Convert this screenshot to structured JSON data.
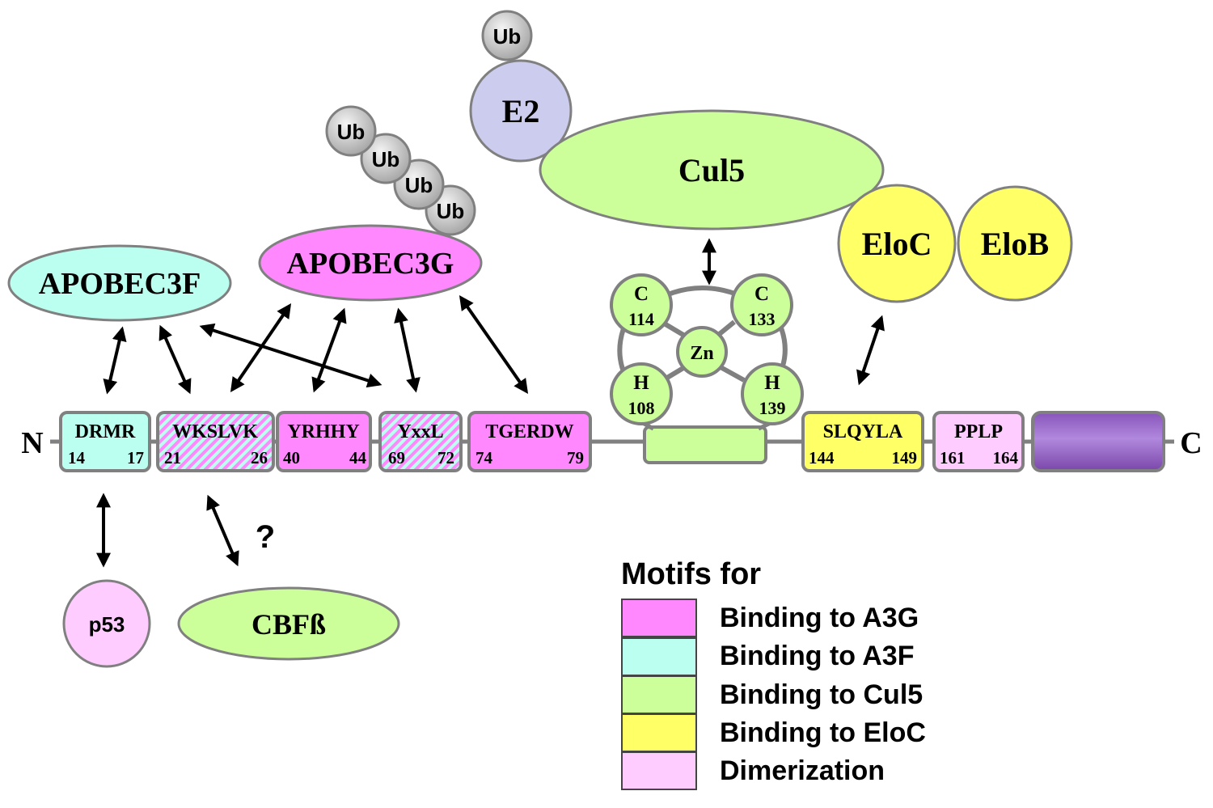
{
  "colors": {
    "a3g": "#ff88ff",
    "a3f": "#bbfff0",
    "cul5": "#ccff99",
    "eloc": "#ffff66",
    "dimer": "#ffccff",
    "e2": "#ccccee",
    "ub": "#d4d4d4",
    "purple": "#9966cc",
    "border": "#808080"
  },
  "ends": {
    "n": "N",
    "c": "C"
  },
  "motifs": [
    {
      "name": "DRMR",
      "start": "14",
      "end": "17"
    },
    {
      "name": "WKSLVK",
      "start": "21",
      "end": "26"
    },
    {
      "name": "YRHHY",
      "start": "40",
      "end": "44"
    },
    {
      "name": "YxxL",
      "start": "69",
      "end": "72"
    },
    {
      "name": "TGERDW",
      "start": "74",
      "end": "79"
    },
    {
      "name": "SLQYLA",
      "start": "144",
      "end": "149"
    },
    {
      "name": "PPLP",
      "start": "161",
      "end": "164"
    }
  ],
  "zinc": {
    "c114": {
      "res": "C",
      "num": "114"
    },
    "c133": {
      "res": "C",
      "num": "133"
    },
    "h108": {
      "res": "H",
      "num": "108"
    },
    "h139": {
      "res": "H",
      "num": "139"
    },
    "zn": "Zn"
  },
  "proteins": {
    "a3f": "APOBEC3F",
    "a3g": "APOBEC3G",
    "cul5": "Cul5",
    "e2": "E2",
    "eloc": "EloC",
    "elob": "EloB",
    "p53": "p53",
    "cbfb": "CBFß"
  },
  "ub": "Ub",
  "question": "?",
  "legend": {
    "title": "Motifs for",
    "items": [
      {
        "color": "#ff88ff",
        "label": "Binding to A3G"
      },
      {
        "color": "#bbfff0",
        "label": "Binding to A3F"
      },
      {
        "color": "#ccff99",
        "label": "Binding to Cul5"
      },
      {
        "color": "#ffff66",
        "label": "Binding to EloC"
      },
      {
        "color": "#ffccff",
        "label": "Dimerization"
      }
    ]
  }
}
